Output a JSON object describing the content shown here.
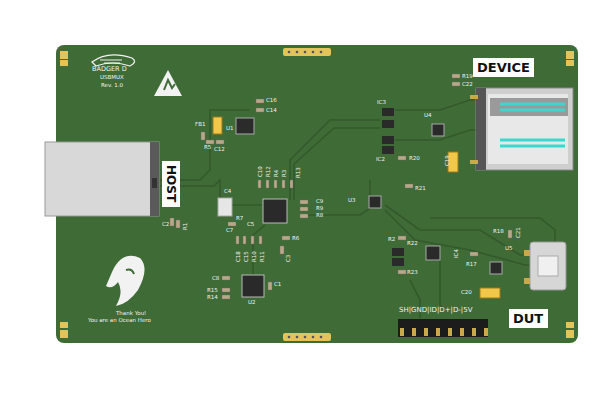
{
  "diagram": {
    "nodes": [
      {
        "text": [
          "DEVICE"
        ]
      },
      {
        "text": [
          "HOST"
        ]
      },
      {
        "text": [
          "DUT"
        ]
      }
    ],
    "labels": [
      "BADGER D",
      "USBMUX",
      "Rev. 1.0",
      "C16",
      "C14",
      "FB1",
      "U1",
      "R5",
      "C12",
      "C2",
      "R1",
      "C4",
      "C10",
      "R12",
      "R4",
      "R3",
      "R13",
      "C9",
      "R9",
      "R8",
      "R7",
      "C7",
      "C5",
      "R6",
      "C3",
      "C18",
      "C15",
      "R10",
      "R11",
      "C8",
      "R15",
      "R14",
      "U2",
      "C1",
      "IC3",
      "U4",
      "R19",
      "C22",
      "IC2",
      "R20",
      "C19",
      "R21",
      "U3",
      "R2",
      "R22",
      "R23",
      "IC4",
      "R17",
      "R18",
      "C21",
      "U5",
      "C20",
      "SH|GND|ID|D+|D-|5V",
      "Thank You!",
      "You are an Ocean Hero"
    ]
  }
}
